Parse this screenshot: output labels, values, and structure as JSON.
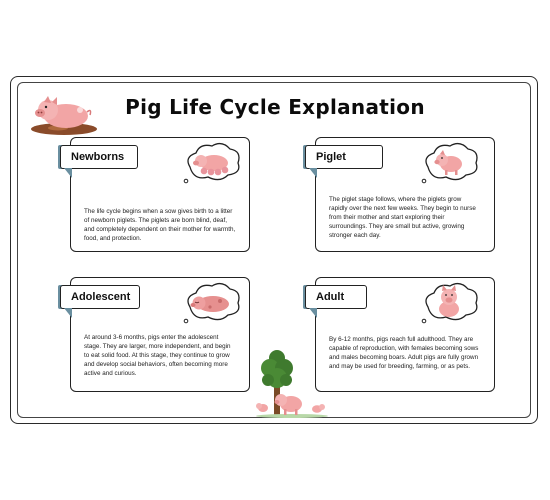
{
  "title": "Pig Life Cycle Explanation",
  "stages": [
    {
      "heading": "Newborns",
      "text": "The life cycle begins when a sow gives birth to a litter of newborn piglets. The piglets are born blind, deaf, and completely dependent on their mother for warmth, food, and protection.",
      "icon": "sow-with-piglets-icon"
    },
    {
      "heading": "Piglet",
      "text": "The piglet stage follows, where the piglets grow rapidly over the next few weeks. They begin to nurse from their mother and start exploring their surroundings. They are small but active, growing stronger each day.",
      "icon": "piglet-icon"
    },
    {
      "heading": "Adolescent",
      "text": "At around 3-6 months, pigs enter the adolescent stage. They are larger, more independent, and begin to eat solid food. At this stage, they continue to grow and develop social behaviors, often becoming more active and curious.",
      "icon": "sleeping-pig-icon"
    },
    {
      "heading": "Adult",
      "text": "By 6-12 months, pigs reach full adulthood. They are capable of reproduction, with females becoming sows and males becoming boars. Adult pigs are fully grown and may be used for breeding, farming, or as pets.",
      "icon": "adult-pig-icon"
    }
  ],
  "colors": {
    "pig_pink": "#f2a5a5",
    "pig_dark": "#d97a7a",
    "tab_accent": "#6a8fa0",
    "tree_green": "#3f7a2e",
    "mud": "#8a4b2a"
  }
}
